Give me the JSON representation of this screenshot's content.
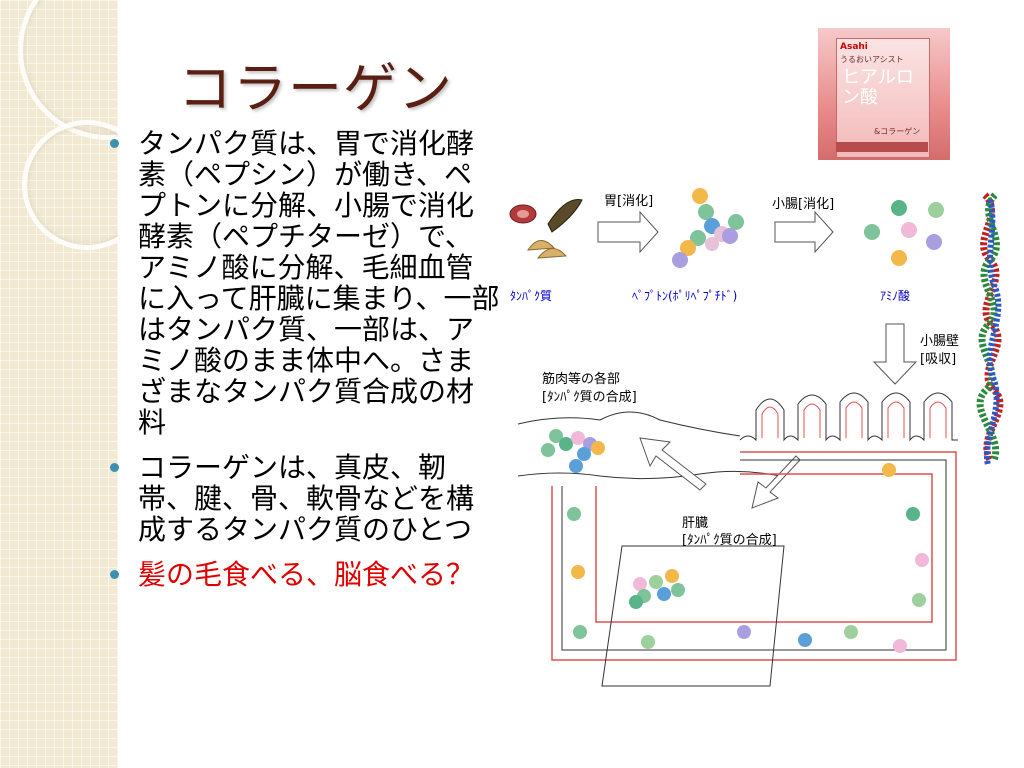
{
  "slide": {
    "title": "コラーゲン",
    "bullets": [
      {
        "text": "タンパク質は、胃で消化酵素（ペプシン）が働き、ペプトンに分解、小腸で消化酵素（ペプチターゼ）で、アミノ酸に分解、毛細血管に入って肝臓に集まり、一部はタンパク質、一部は、アミノ酸のまま体中へ。さまざまなタンパク質合成の材料",
        "color": "#000000"
      },
      {
        "text": "コラーゲンは、真皮、靭帯、腱、骨、軟骨などを構成するタンパク質のひとつ",
        "color": "#000000"
      },
      {
        "text": "髪の毛食べる、脳食べる？",
        "color": "#e00000"
      }
    ]
  },
  "product": {
    "brand": "Asahi",
    "subtitle": "うるおいアシスト",
    "name": "ヒアルロン酸",
    "name2": "&コラーゲン"
  },
  "diagram": {
    "stomach": "胃[消化]",
    "small_intestine": "小腸[消化]",
    "protein": "ﾀﾝﾊﾟｸ質",
    "peptone": "ﾍﾟﾌﾟﾄﾝ(ﾎﾟﾘﾍﾟﾌﾟﾁﾄﾞ)",
    "amino_acid": "ｱﾐﾉ酸",
    "wall_line1": "小腸壁",
    "wall_line2": "[吸収]",
    "muscle_line1": "筋肉等の各部",
    "muscle_line2": "[ﾀﾝﾊﾟｸ質の合成]",
    "liver_line1": "肝臓",
    "liver_line2": "[ﾀﾝﾊﾟｸ質の合成]"
  },
  "colors": {
    "title": "#5a1e12",
    "bullet": "#3c8fb0",
    "highlight": "#e00000"
  }
}
